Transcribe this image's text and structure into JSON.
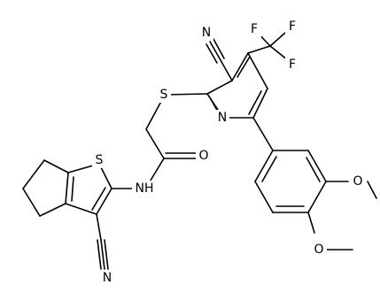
{
  "molecule": {
    "atoms": {
      "nitrile_top_n": "N",
      "fluorine_1": "F",
      "fluorine_2": "F",
      "fluorine_3": "F",
      "thioether_s": "S",
      "pyridine_n": "N",
      "carbonyl_o": "O",
      "thiophene_s": "S",
      "amide_nh": "NH",
      "methoxy_o_1": "O",
      "methoxy_o_2": "O",
      "nitrile_bottom_n": "N"
    }
  }
}
